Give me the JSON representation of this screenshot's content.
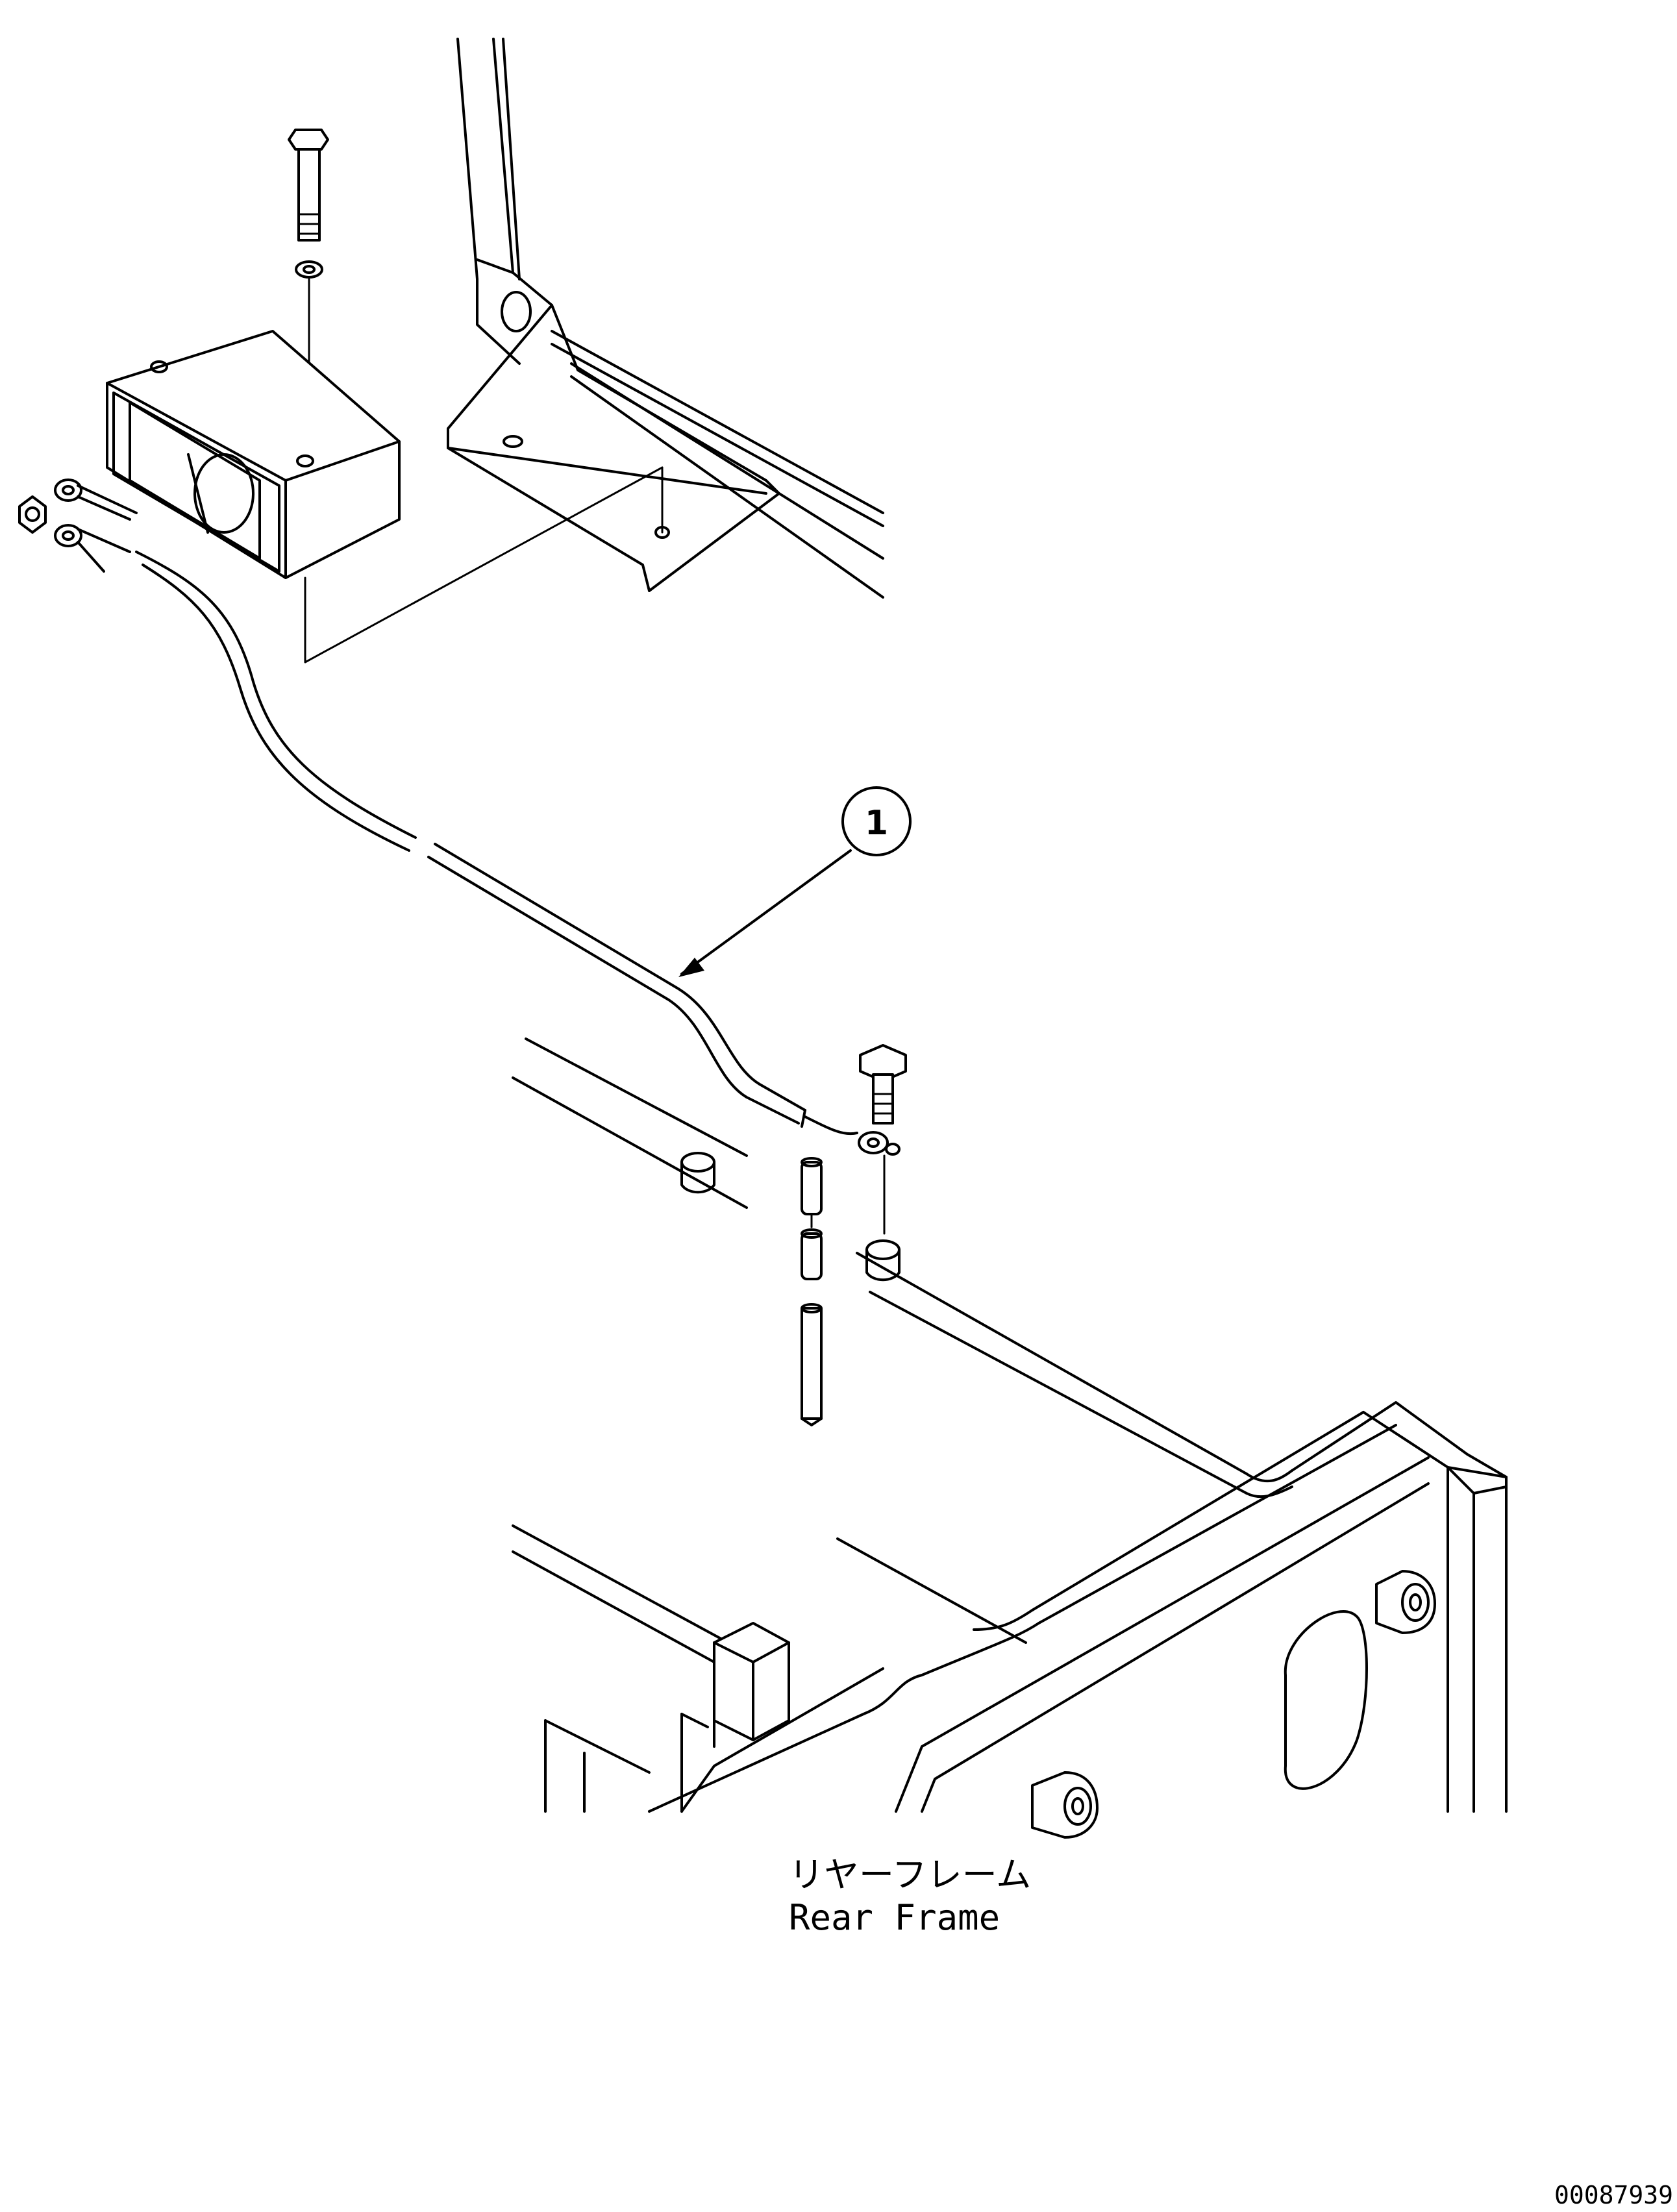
{
  "callouts": [
    {
      "label": "1"
    }
  ],
  "caption": {
    "japanese": "リヤーフレーム",
    "english": "Rear Frame"
  },
  "document_number": "00087939"
}
